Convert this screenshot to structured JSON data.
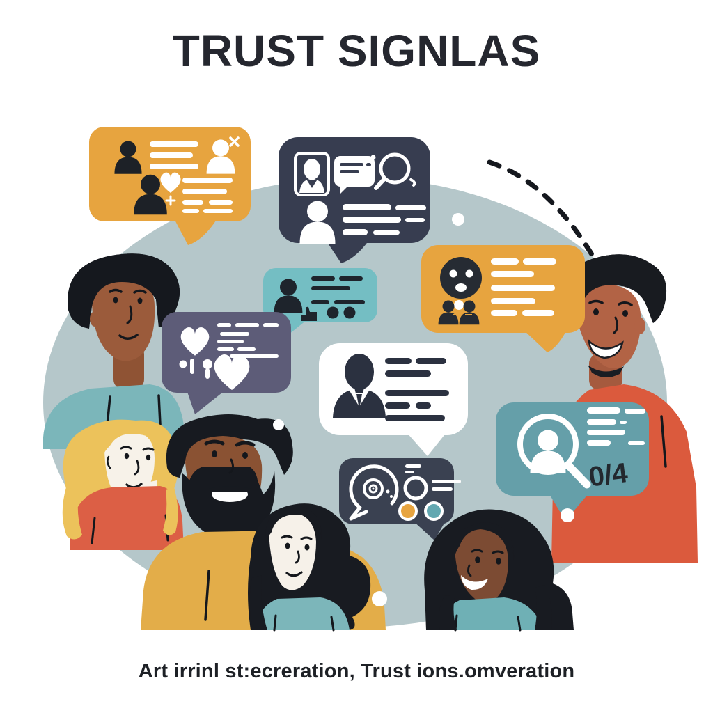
{
  "title": "TRUST SIGNLAS",
  "caption": "Art irrinl st:ecreration, Trust ions.omveration",
  "illustration": {
    "score_label": "0/4",
    "background_circle_color": "#b5c7ca",
    "accent_colors": {
      "yellow": "#e7a43f",
      "navy": "#373d50",
      "teal_light": "#74bec3",
      "teal_dark": "#659fa9",
      "purple": "#5d5c78",
      "red_orange": "#db5a3d",
      "mustard": "#e3ad49",
      "white": "#ffffff"
    },
    "bubbles": [
      {
        "name": "bubble-profiles-yellow",
        "color": "#e7a43f",
        "icons": [
          "user-icon",
          "text-lines",
          "user-x-icon",
          "user-heart-icon"
        ]
      },
      {
        "name": "bubble-id-card-navy",
        "color": "#373d50",
        "icons": [
          "id-card-icon",
          "chat-icon",
          "magnifier-icon",
          "user-icon",
          "text-lines"
        ]
      },
      {
        "name": "bubble-user-approve-teal",
        "color": "#74bec3",
        "icons": [
          "user-icon",
          "text-lines",
          "thumb-icon",
          "two-dots"
        ]
      },
      {
        "name": "bubble-reaction-yellow",
        "color": "#e7a43f",
        "icons": [
          "surprised-face-icon",
          "users-icon",
          "text-lines"
        ]
      },
      {
        "name": "bubble-hearts-purple",
        "color": "#5d5c78",
        "icons": [
          "heart-icon",
          "text-lines",
          "key-icon",
          "heart-icon"
        ]
      },
      {
        "name": "bubble-businessman-white",
        "color": "#ffffff",
        "icons": [
          "businessman-icon",
          "text-lines"
        ]
      },
      {
        "name": "bubble-review-navy",
        "color": "#3a4151",
        "icons": [
          "chat-spiral-icon",
          "circle-outline-icon",
          "text-lines",
          "orange-dot",
          "teal-dot"
        ]
      },
      {
        "name": "bubble-search-score-teal",
        "color": "#659fa9",
        "icons": [
          "user-magnifier-icon",
          "text-lines"
        ],
        "score": "0/4"
      }
    ],
    "people": [
      {
        "name": "man-teal-shirt-left",
        "skin": "#9b5b3b",
        "hair": "#15181e",
        "shirt": "#7bb6ba"
      },
      {
        "name": "woman-blonde-red-shirt",
        "skin": "#f7f2e9",
        "hair": "#ecc25b",
        "shirt": "#dc5f45"
      },
      {
        "name": "man-beard-mustard-sweater",
        "skin": "#8a5233",
        "hair": "#171a20",
        "shirt": "#e3ad49"
      },
      {
        "name": "woman-dark-hair-center",
        "skin": "#f6f1e9",
        "hair": "#181b21",
        "shirt": "#7cb6ba"
      },
      {
        "name": "man-red-shirt-right",
        "skin": "#b26345",
        "hair": "#181b20",
        "shirt": "#db5a3d"
      },
      {
        "name": "woman-dark-skin-right",
        "skin": "#7c4b33",
        "hair": "#181b21",
        "shirt": "#6fb0b5"
      }
    ]
  }
}
